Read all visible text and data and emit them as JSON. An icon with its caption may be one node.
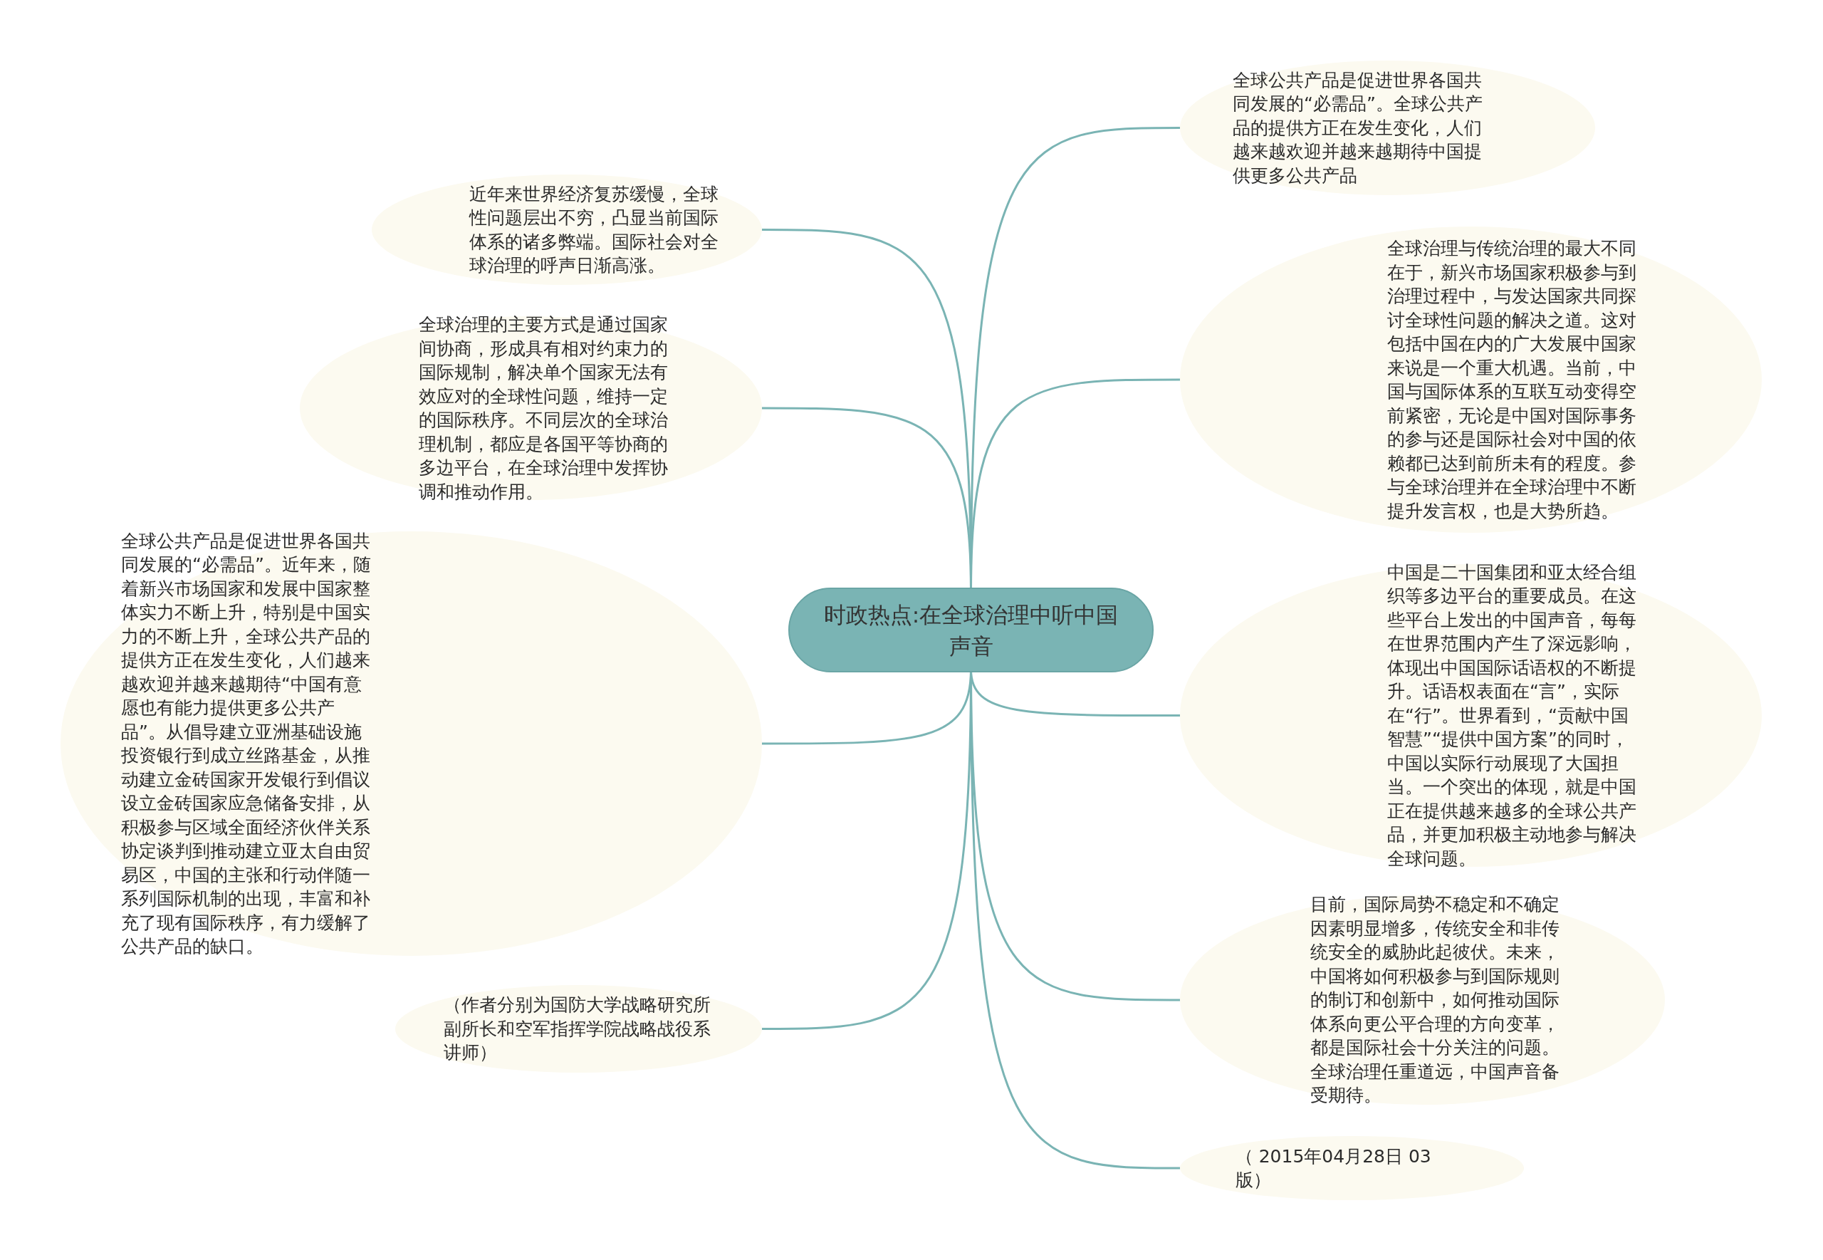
{
  "diagram": {
    "nodes": [
      {
        "text": [
          "时政热点:在全球治理中听中国声音"
        ]
      },
      {
        "text": [
          "近年来世界经济复苏缓慢，全球性问题层出不穷，凸显当前国际体系的诸多弊端。国际社会对全球治理的呼声日渐高涨。"
        ]
      },
      {
        "text": [
          "全球治理的主要方式是通过国家间协商，形成具有相对约束力的国际规制，解决单个国家无法有效应对的全球性问题，维持一定的国际秩序。不同层次的全球治理机制，都应是各国平等协商的多边平台，在全球治理中发挥协调和推动作用。"
        ]
      },
      {
        "text": [
          "全球公共产品是促进世界各国共同发展的“必需品”。近年来，随着新兴市场国家和发展中国家整体实力不断上升，特别是中国实力的不断上升，全球公共产品的提供方正在发生变化，人们越来越欢迎并越来越期待“中国有意愿也有能力提供更多公共产品”。从倡导建立亚洲基础设施投资银行到成立丝路基金，从推动建立金砖国家开发银行到倡议设立金砖国家应急储备安排，从积极参与区域全面经济伙伴关系协定谈判到推动建立亚太自由贸易区，中国的主张和行动伴随一系列国际机制的出现，丰富和补充了现有国际秩序，有力缓解了公共产品的缺口。"
        ]
      },
      {
        "text": [
          "（作者分别为国防大学战略研究所副所长和空军指挥学院战略战役系讲师）"
        ]
      },
      {
        "text": [
          "全球公共产品是促进世界各国共同发展的“必需品”。全球公共产品的提供方正在发生变化，人们越来越欢迎并越来越期待中国提供更多公共产品"
        ]
      },
      {
        "text": [
          "全球治理与传统治理的最大不同在于，新兴市场国家积极参与到治理过程中，与发达国家共同探讨全球性问题的解决之道。这对包括中国在内的广大发展中国家来说是一个重大机遇。当前，中国与国际体系的互联互动变得空前紧密，无论是中国对国际事务的参与还是国际社会对中国的依赖都已达到前所未有的程度。参与全球治理并在全球治理中不断提升发言权，也是大势所趋。"
        ]
      },
      {
        "text": [
          "中国是二十国集团和亚太经合组织等多边平台的重要成员。在这些平台上发出的中国声音，每每在世界范围内产生了深远影响，体现出中国国际话语权的不断提升。话语权表面在“言”，实际在“行”。世界看到，“贡献中国智慧”“提供中国方案”的同时，中国以实际行动展现了大国担当。一个突出的体现，就是中国正在提供越来越多的全球公共产品，并更加积极主动地参与解决全球问题。"
        ]
      },
      {
        "text": [
          "目前，国际局势不稳定和不确定因素明显增多，传统安全和非传统安全的威胁此起彼伏。未来，中国将如何积极参与到国际规则的制订和创新中，如何推动国际体系向更公平合理的方向变革，都是国际社会十分关注的问题。全球治理任重道远，中国声音备受期待。"
        ]
      },
      {
        "text": [
          "（ 2015年04月28日 03 版）"
        ]
      }
    ],
    "edges": [
      {
        "from": 0,
        "to": 1,
        "arrow": "none"
      },
      {
        "from": 0,
        "to": 2,
        "arrow": "none"
      },
      {
        "from": 0,
        "to": 3,
        "arrow": "none"
      },
      {
        "from": 0,
        "to": 4,
        "arrow": "none"
      },
      {
        "from": 0,
        "to": 5,
        "arrow": "none"
      },
      {
        "from": 0,
        "to": 6,
        "arrow": "none"
      },
      {
        "from": 0,
        "to": 7,
        "arrow": "none"
      },
      {
        "from": 0,
        "to": 8,
        "arrow": "none"
      },
      {
        "from": 0,
        "to": 9,
        "arrow": "none"
      }
    ]
  }
}
